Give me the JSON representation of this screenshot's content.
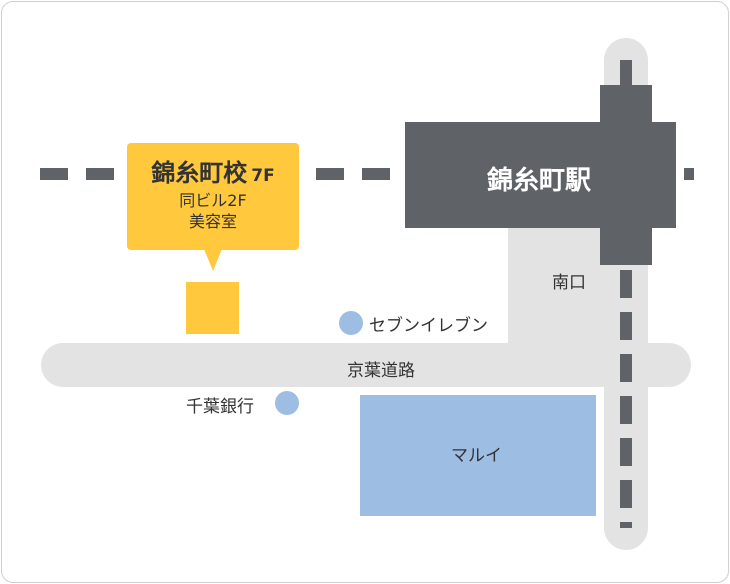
{
  "station": {
    "name": "錦糸町駅",
    "exit_label": "南口"
  },
  "school": {
    "name": "錦糸町校",
    "floor": "7F",
    "building_note": "同ビル2F",
    "neighbor": "美容室"
  },
  "road": {
    "name": "京葉道路"
  },
  "landmarks": {
    "convenience_store": "セブンイレブン",
    "bank": "千葉銀行",
    "department_store": "マルイ"
  },
  "colors": {
    "road": "#e3e3e3",
    "station": "#5f6367",
    "school": "#ffc83d",
    "landmark": "#9dbde2",
    "rail": "#5f6367"
  }
}
